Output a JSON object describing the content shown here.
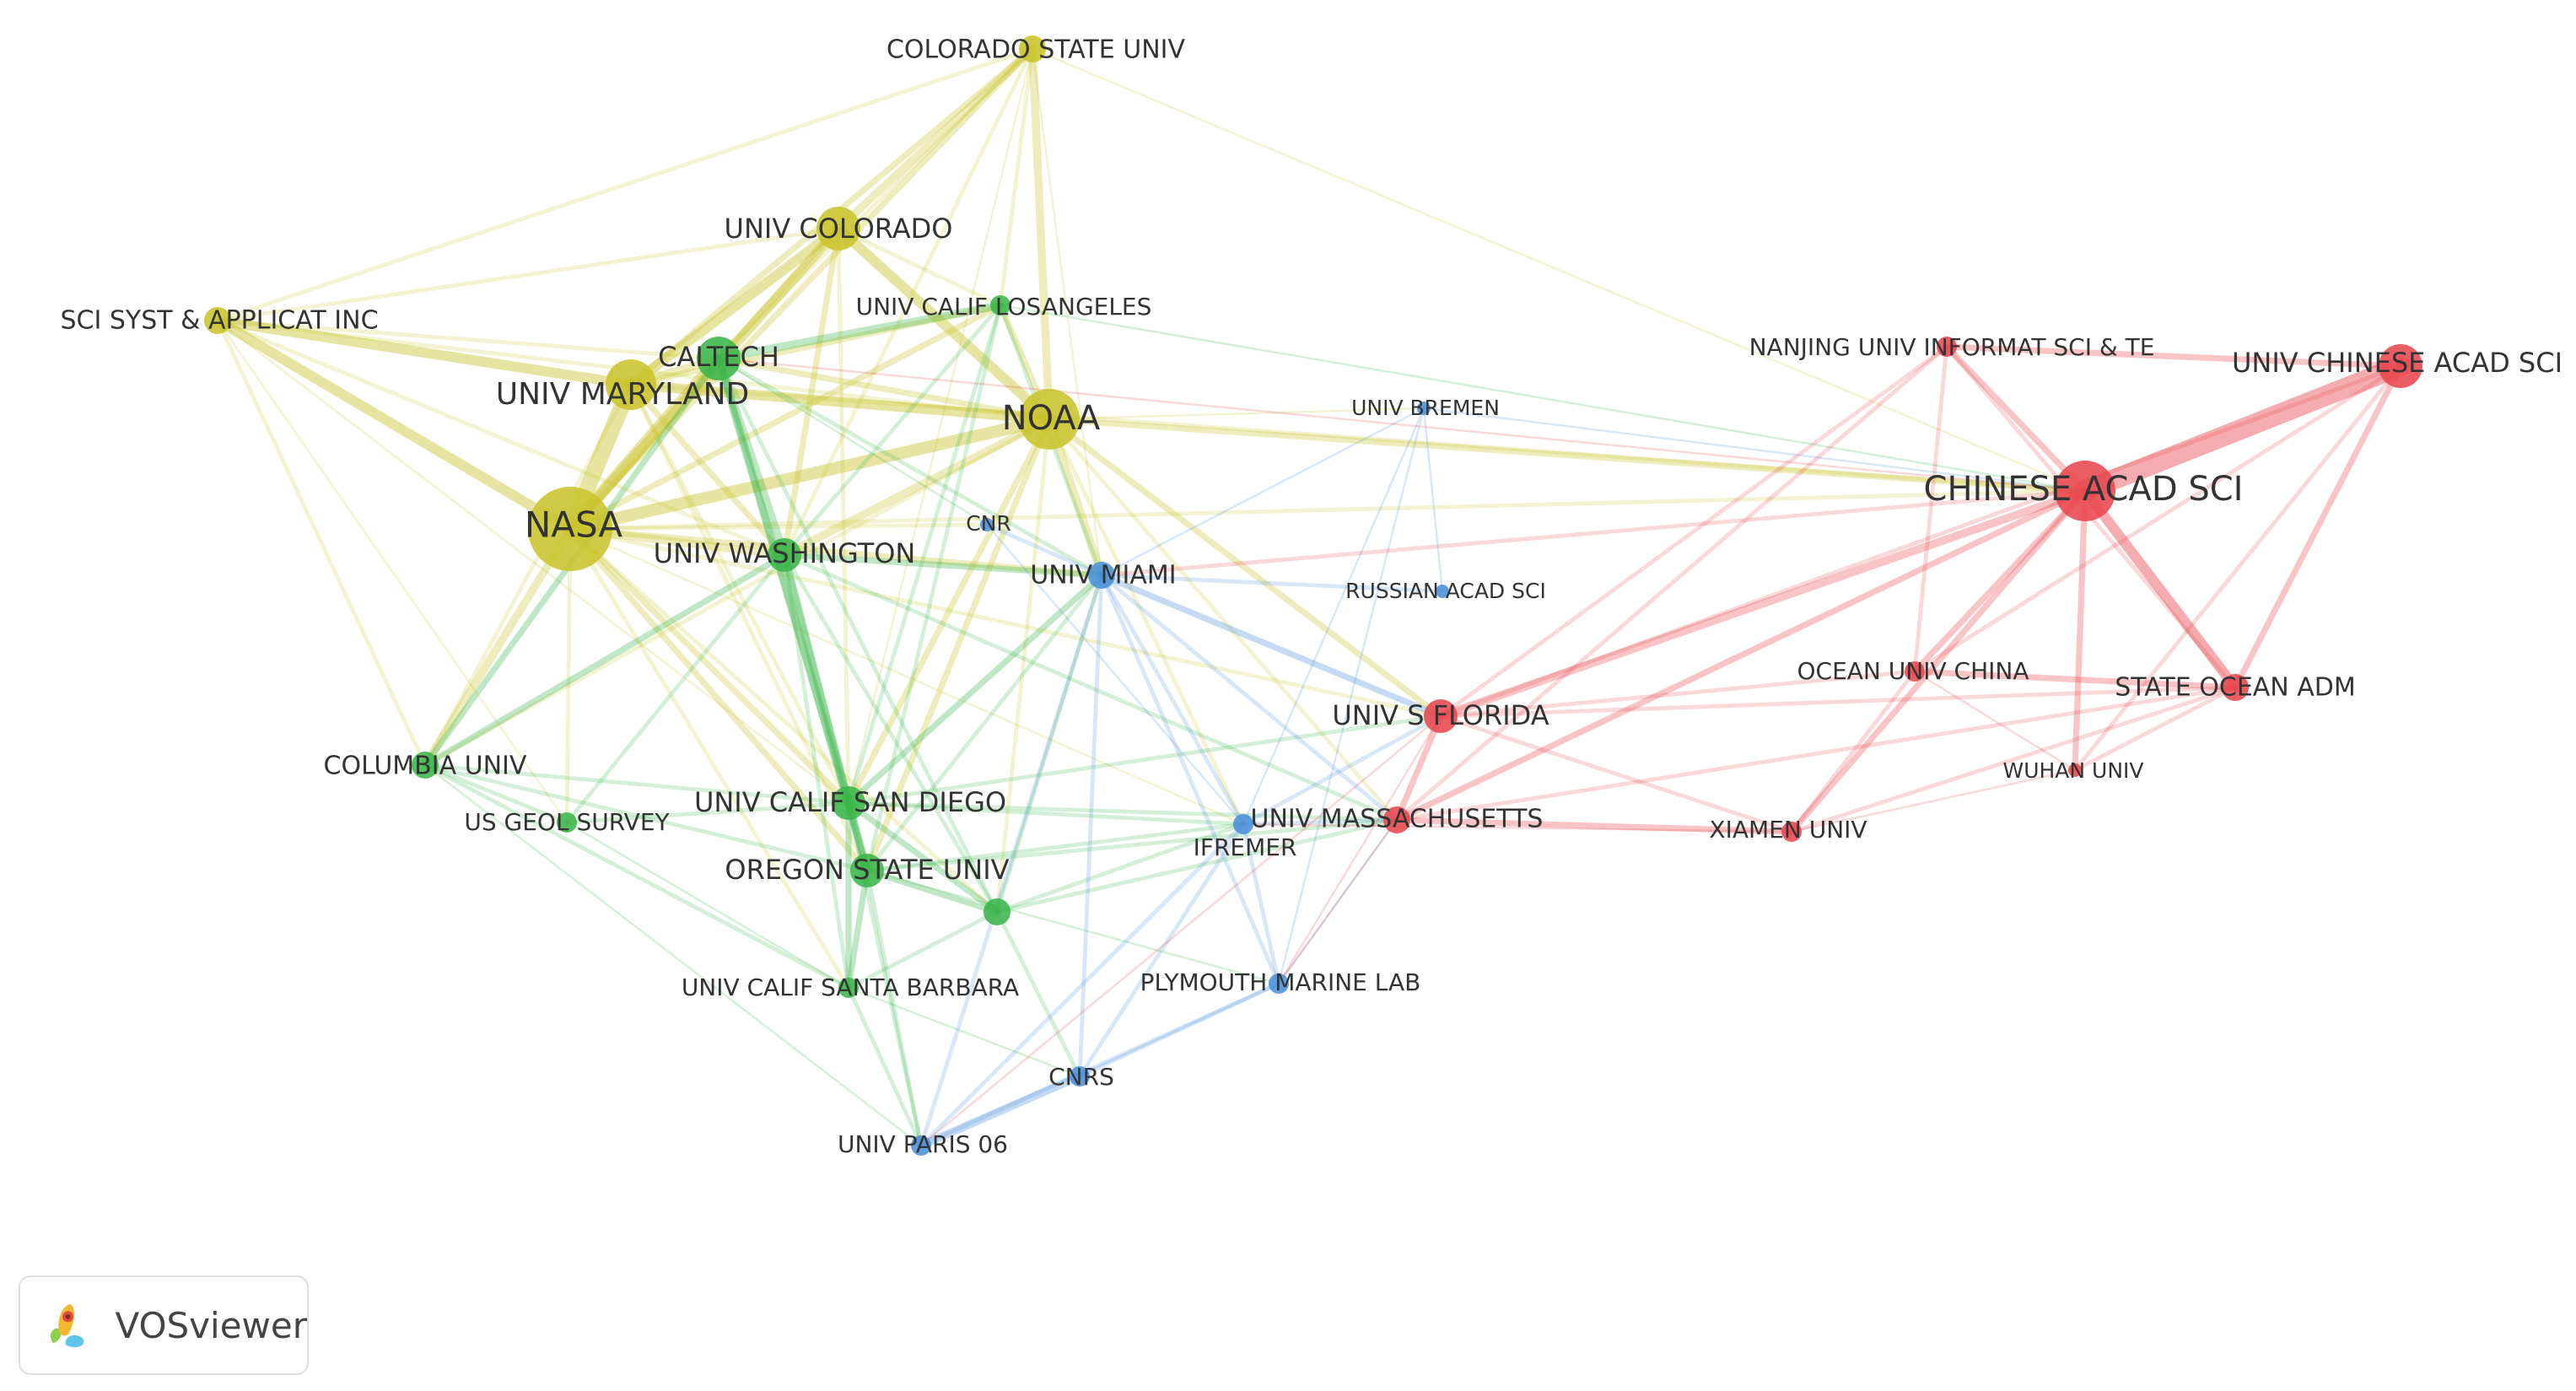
{
  "colors": {
    "yellow": "#c9c42e",
    "green": "#3bb54a",
    "blue": "#4a90d9",
    "red": "#e8474f"
  },
  "nodes": [
    {
      "id": "nasa",
      "label": "NASA",
      "cluster": "yellow",
      "weight": 10
    },
    {
      "id": "univ-maryland",
      "label": "UNIV MARYLAND",
      "cluster": "yellow",
      "weight": 7
    },
    {
      "id": "noaa",
      "label": "NOAA",
      "cluster": "yellow",
      "weight": 8
    },
    {
      "id": "univ-colorado",
      "label": "UNIV COLORADO",
      "cluster": "yellow",
      "weight": 6
    },
    {
      "id": "colorado-state-univ",
      "label": "COLORADO STATE UNIV",
      "cluster": "yellow",
      "weight": 4
    },
    {
      "id": "sci-syst-applicat-inc",
      "label": "SCI SYST & APPLICAT INC",
      "cluster": "yellow",
      "weight": 4
    },
    {
      "id": "caltech",
      "label": "CALTECH",
      "cluster": "green",
      "weight": 6
    },
    {
      "id": "univ-calif-los-angeles",
      "label": "UNIV CALIF LOSANGELES",
      "cluster": "green",
      "weight": 3
    },
    {
      "id": "univ-washington",
      "label": "UNIV WASHINGTON",
      "cluster": "green",
      "weight": 5
    },
    {
      "id": "columbia-univ",
      "label": "COLUMBIA UNIV",
      "cluster": "green",
      "weight": 4
    },
    {
      "id": "us-geol-survey",
      "label": "US GEOL SURVEY",
      "cluster": "green",
      "weight": 3
    },
    {
      "id": "univ-calif-san-diego",
      "label": "UNIV CALIF SAN DIEGO",
      "cluster": "green",
      "weight": 5
    },
    {
      "id": "oregon-state-univ",
      "label": "OREGON STATE UNIV",
      "cluster": "green",
      "weight": 5
    },
    {
      "id": "unlabeled-green",
      "label": "",
      "cluster": "green",
      "weight": 4
    },
    {
      "id": "univ-calif-santa-barbara",
      "label": "UNIV CALIF SANTA BARBARA",
      "cluster": "green",
      "weight": 3
    },
    {
      "id": "cnr",
      "label": "CNR",
      "cluster": "blue",
      "weight": 2
    },
    {
      "id": "univ-miami",
      "label": "UNIV MIAMI",
      "cluster": "blue",
      "weight": 4
    },
    {
      "id": "univ-bremen",
      "label": "UNIV BREMEN",
      "cluster": "blue",
      "weight": 2
    },
    {
      "id": "russian-acad-sci",
      "label": "RUSSIAN ACAD SCI",
      "cluster": "blue",
      "weight": 2
    },
    {
      "id": "ifremer",
      "label": "IFREMER",
      "cluster": "blue",
      "weight": 3
    },
    {
      "id": "plymouth-marine-lab",
      "label": "PLYMOUTH MARINE LAB",
      "cluster": "blue",
      "weight": 3
    },
    {
      "id": "cnrs",
      "label": "CNRS",
      "cluster": "blue",
      "weight": 3
    },
    {
      "id": "univ-paris-06",
      "label": "UNIV PARIS 06",
      "cluster": "blue",
      "weight": 3
    },
    {
      "id": "chinese-acad-sci",
      "label": "CHINESE ACAD SCI",
      "cluster": "red",
      "weight": 8
    },
    {
      "id": "univ-chinese-acad-sci",
      "label": "UNIV CHINESE ACAD SCI",
      "cluster": "red",
      "weight": 6
    },
    {
      "id": "nanjing-univ-informat",
      "label": "NANJING UNIV INFORMAT SCI & TE",
      "cluster": "red",
      "weight": 3
    },
    {
      "id": "ocean-univ-china",
      "label": "OCEAN UNIV CHINA",
      "cluster": "red",
      "weight": 3
    },
    {
      "id": "state-ocean-adm",
      "label": "STATE OCEAN ADM",
      "cluster": "red",
      "weight": 4
    },
    {
      "id": "univ-s-florida",
      "label": "UNIV S FLORIDA",
      "cluster": "red",
      "weight": 5
    },
    {
      "id": "wuhan-univ",
      "label": "WUHAN UNIV",
      "cluster": "red",
      "weight": 2
    },
    {
      "id": "univ-massachusetts",
      "label": "UNIV MASSACHUSETTS",
      "cluster": "red",
      "weight": 4
    },
    {
      "id": "xiamen-univ",
      "label": "XIAMEN UNIV",
      "cluster": "red",
      "weight": 3
    }
  ],
  "links": [
    [
      "nasa",
      "univ-maryland",
      8
    ],
    [
      "nasa",
      "noaa",
      6
    ],
    [
      "nasa",
      "univ-colorado",
      5
    ],
    [
      "nasa",
      "caltech",
      6
    ],
    [
      "nasa",
      "sci-syst-applicat-inc",
      5
    ],
    [
      "nasa",
      "colorado-state-univ",
      3
    ],
    [
      "nasa",
      "univ-washington",
      4
    ],
    [
      "nasa",
      "columbia-univ",
      4
    ],
    [
      "nasa",
      "us-geol-survey",
      2
    ],
    [
      "nasa",
      "univ-calif-san-diego",
      3
    ],
    [
      "nasa",
      "oregon-state-univ",
      3
    ],
    [
      "nasa",
      "univ-miami",
      3
    ],
    [
      "nasa",
      "univ-calif-santa-barbara",
      2
    ],
    [
      "nasa",
      "univ-calif-los-angeles",
      3
    ],
    [
      "nasa",
      "chinese-acad-sci",
      2
    ],
    [
      "nasa",
      "univ-s-florida",
      2
    ],
    [
      "nasa",
      "unlabeled-green",
      2
    ],
    [
      "nasa",
      "cnr",
      2
    ],
    [
      "nasa",
      "ifremer",
      1
    ],
    [
      "univ-maryland",
      "univ-colorado",
      5
    ],
    [
      "univ-maryland",
      "sci-syst-applicat-inc",
      5
    ],
    [
      "univ-maryland",
      "noaa",
      5
    ],
    [
      "univ-maryland",
      "caltech",
      4
    ],
    [
      "univ-maryland",
      "colorado-state-univ",
      3
    ],
    [
      "univ-maryland",
      "univ-washington",
      3
    ],
    [
      "univ-maryland",
      "univ-calif-los-angeles",
      3
    ],
    [
      "univ-maryland",
      "chinese-acad-sci",
      2
    ],
    [
      "univ-maryland",
      "univ-calif-san-diego",
      2
    ],
    [
      "univ-maryland",
      "columbia-univ",
      2
    ],
    [
      "univ-maryland",
      "oregon-state-univ",
      2
    ],
    [
      "noaa",
      "univ-colorado",
      5
    ],
    [
      "noaa",
      "colorado-state-univ",
      4
    ],
    [
      "noaa",
      "caltech",
      3
    ],
    [
      "noaa",
      "univ-washington",
      4
    ],
    [
      "noaa",
      "univ-miami",
      4
    ],
    [
      "noaa",
      "univ-calif-los-angeles",
      3
    ],
    [
      "noaa",
      "univ-s-florida",
      3
    ],
    [
      "noaa",
      "chinese-acad-sci",
      3
    ],
    [
      "noaa",
      "oregon-state-univ",
      3
    ],
    [
      "noaa",
      "univ-calif-san-diego",
      3
    ],
    [
      "noaa",
      "sci-syst-applicat-inc",
      2
    ],
    [
      "noaa",
      "univ-massachusetts",
      2
    ],
    [
      "noaa",
      "univ-bremen",
      1
    ],
    [
      "noaa",
      "ifremer",
      2
    ],
    [
      "noaa",
      "unlabeled-green",
      2
    ],
    [
      "noaa",
      "columbia-univ",
      2
    ],
    [
      "univ-colorado",
      "colorado-state-univ",
      4
    ],
    [
      "univ-colorado",
      "caltech",
      3
    ],
    [
      "univ-colorado",
      "sci-syst-applicat-inc",
      2
    ],
    [
      "univ-colorado",
      "univ-washington",
      3
    ],
    [
      "univ-colorado",
      "univ-calif-los-angeles",
      2
    ],
    [
      "univ-colorado",
      "univ-calif-san-diego",
      2
    ],
    [
      "colorado-state-univ",
      "sci-syst-applicat-inc",
      2
    ],
    [
      "colorado-state-univ",
      "caltech",
      2
    ],
    [
      "colorado-state-univ",
      "univ-washington",
      2
    ],
    [
      "colorado-state-univ",
      "univ-calif-los-angeles",
      2
    ],
    [
      "colorado-state-univ",
      "chinese-acad-sci",
      1
    ],
    [
      "colorado-state-univ",
      "univ-miami",
      1
    ],
    [
      "colorado-state-univ",
      "univ-calif-san-diego",
      1
    ],
    [
      "sci-syst-applicat-inc",
      "caltech",
      2
    ],
    [
      "sci-syst-applicat-inc",
      "columbia-univ",
      2
    ],
    [
      "sci-syst-applicat-inc",
      "univ-washington",
      2
    ],
    [
      "sci-syst-applicat-inc",
      "us-geol-survey",
      1
    ],
    [
      "sci-syst-applicat-inc",
      "univ-calif-san-diego",
      1
    ],
    [
      "caltech",
      "univ-calif-los-angeles",
      4
    ],
    [
      "caltech",
      "univ-washington",
      4
    ],
    [
      "caltech",
      "univ-calif-san-diego",
      4
    ],
    [
      "caltech",
      "oregon-state-univ",
      3
    ],
    [
      "caltech",
      "columbia-univ",
      3
    ],
    [
      "caltech",
      "univ-miami",
      2
    ],
    [
      "caltech",
      "unlabeled-green",
      2
    ],
    [
      "caltech",
      "cnr",
      1
    ],
    [
      "univ-calif-los-angeles",
      "univ-washington",
      2
    ],
    [
      "univ-calif-los-angeles",
      "univ-calif-san-diego",
      2
    ],
    [
      "univ-calif-los-angeles",
      "univ-miami",
      2
    ],
    [
      "univ-calif-los-angeles",
      "oregon-state-univ",
      2
    ],
    [
      "univ-calif-los-angeles",
      "chinese-acad-sci",
      1
    ],
    [
      "univ-washington",
      "univ-calif-san-diego",
      4
    ],
    [
      "univ-washington",
      "oregon-state-univ",
      3
    ],
    [
      "univ-washington",
      "columbia-univ",
      3
    ],
    [
      "univ-washington",
      "univ-miami",
      3
    ],
    [
      "univ-washington",
      "unlabeled-green",
      2
    ],
    [
      "univ-washington",
      "univ-calif-santa-barbara",
      2
    ],
    [
      "univ-washington",
      "us-geol-survey",
      2
    ],
    [
      "univ-washington",
      "univ-massachusetts",
      2
    ],
    [
      "columbia-univ",
      "univ-calif-san-diego",
      2
    ],
    [
      "columbia-univ",
      "us-geol-survey",
      2
    ],
    [
      "columbia-univ",
      "univ-calif-santa-barbara",
      2
    ],
    [
      "columbia-univ",
      "oregon-state-univ",
      2
    ],
    [
      "columbia-univ",
      "univ-paris-06",
      1
    ],
    [
      "us-geol-survey",
      "univ-calif-san-diego",
      2
    ],
    [
      "us-geol-survey",
      "univ-calif-santa-barbara",
      1
    ],
    [
      "univ-calif-san-diego",
      "oregon-state-univ",
      4
    ],
    [
      "univ-calif-san-diego",
      "univ-calif-santa-barbara",
      3
    ],
    [
      "univ-calif-san-diego",
      "unlabeled-green",
      3
    ],
    [
      "univ-calif-san-diego",
      "univ-miami",
      3
    ],
    [
      "univ-calif-san-diego",
      "ifremer",
      2
    ],
    [
      "univ-calif-san-diego",
      "univ-massachusetts",
      2
    ],
    [
      "univ-calif-san-diego",
      "univ-s-florida",
      2
    ],
    [
      "univ-calif-san-diego",
      "univ-paris-06",
      2
    ],
    [
      "oregon-state-univ",
      "unlabeled-green",
      3
    ],
    [
      "oregon-state-univ",
      "univ-calif-santa-barbara",
      3
    ],
    [
      "oregon-state-univ",
      "univ-paris-06",
      2
    ],
    [
      "oregon-state-univ",
      "univ-miami",
      2
    ],
    [
      "oregon-state-univ",
      "ifremer",
      2
    ],
    [
      "oregon-state-univ",
      "univ-massachusetts",
      2
    ],
    [
      "oregon-state-univ",
      "plymouth-marine-lab",
      1
    ],
    [
      "unlabeled-green",
      "univ-miami",
      2
    ],
    [
      "unlabeled-green",
      "ifremer",
      2
    ],
    [
      "unlabeled-green",
      "cnrs",
      2
    ],
    [
      "unlabeled-green",
      "univ-massachusetts",
      2
    ],
    [
      "unlabeled-green",
      "univ-calif-santa-barbara",
      2
    ],
    [
      "univ-calif-santa-barbara",
      "univ-paris-06",
      2
    ],
    [
      "univ-calif-santa-barbara",
      "cnrs",
      1
    ],
    [
      "cnr",
      "univ-miami",
      2
    ],
    [
      "cnr",
      "ifremer",
      1
    ],
    [
      "univ-miami",
      "univ-bremen",
      1
    ],
    [
      "univ-miami",
      "russian-acad-sci",
      2
    ],
    [
      "univ-miami",
      "ifremer",
      2
    ],
    [
      "univ-miami",
      "univ-s-florida",
      3
    ],
    [
      "univ-miami",
      "univ-massachusetts",
      2
    ],
    [
      "univ-miami",
      "plymouth-marine-lab",
      2
    ],
    [
      "univ-miami",
      "cnrs",
      2
    ],
    [
      "univ-miami",
      "univ-paris-06",
      2
    ],
    [
      "univ-bremen",
      "russian-acad-sci",
      1
    ],
    [
      "univ-bremen",
      "ifremer",
      1
    ],
    [
      "univ-bremen",
      "plymouth-marine-lab",
      1
    ],
    [
      "univ-bremen",
      "chinese-acad-sci",
      1
    ],
    [
      "ifremer",
      "plymouth-marine-lab",
      2
    ],
    [
      "ifremer",
      "cnrs",
      2
    ],
    [
      "ifremer",
      "univ-paris-06",
      2
    ],
    [
      "ifremer",
      "univ-massachusetts",
      2
    ],
    [
      "ifremer",
      "univ-s-florida",
      2
    ],
    [
      "plymouth-marine-lab",
      "cnrs",
      2
    ],
    [
      "plymouth-marine-lab",
      "univ-paris-06",
      2
    ],
    [
      "plymouth-marine-lab",
      "univ-massachusetts",
      1
    ],
    [
      "cnrs",
      "univ-paris-06",
      4
    ],
    [
      "chinese-acad-sci",
      "univ-chinese-acad-sci",
      10
    ],
    [
      "chinese-acad-sci",
      "state-ocean-adm",
      5
    ],
    [
      "chinese-acad-sci",
      "nanjing-univ-informat",
      3
    ],
    [
      "chinese-acad-sci",
      "ocean-univ-china",
      3
    ],
    [
      "chinese-acad-sci",
      "univ-s-florida",
      4
    ],
    [
      "chinese-acad-sci",
      "wuhan-univ",
      3
    ],
    [
      "chinese-acad-sci",
      "xiamen-univ",
      3
    ],
    [
      "chinese-acad-sci",
      "univ-massachusetts",
      3
    ],
    [
      "chinese-acad-sci",
      "univ-miami",
      2
    ],
    [
      "chinese-acad-sci",
      "caltech",
      1
    ],
    [
      "univ-chinese-acad-sci",
      "state-ocean-adm",
      3
    ],
    [
      "univ-chinese-acad-sci",
      "nanjing-univ-informat",
      3
    ],
    [
      "univ-chinese-acad-sci",
      "wuhan-univ",
      2
    ],
    [
      "univ-chinese-acad-sci",
      "ocean-univ-china",
      2
    ],
    [
      "univ-chinese-acad-sci",
      "univ-s-florida",
      2
    ],
    [
      "nanjing-univ-informat",
      "ocean-univ-china",
      2
    ],
    [
      "nanjing-univ-informat",
      "univ-s-florida",
      2
    ],
    [
      "nanjing-univ-informat",
      "univ-massachusetts",
      2
    ],
    [
      "nanjing-univ-informat",
      "state-ocean-adm",
      2
    ],
    [
      "ocean-univ-china",
      "state-ocean-adm",
      3
    ],
    [
      "ocean-univ-china",
      "univ-s-florida",
      2
    ],
    [
      "ocean-univ-china",
      "xiamen-univ",
      2
    ],
    [
      "ocean-univ-china",
      "wuhan-univ",
      1
    ],
    [
      "state-ocean-adm",
      "wuhan-univ",
      2
    ],
    [
      "state-ocean-adm",
      "univ-s-florida",
      2
    ],
    [
      "state-ocean-adm",
      "xiamen-univ",
      2
    ],
    [
      "state-ocean-adm",
      "univ-massachusetts",
      2
    ],
    [
      "univ-s-florida",
      "univ-massachusetts",
      3
    ],
    [
      "univ-s-florida",
      "xiamen-univ",
      2
    ],
    [
      "univ-s-florida",
      "univ-paris-06",
      1
    ],
    [
      "univ-s-florida",
      "plymouth-marine-lab",
      1
    ],
    [
      "univ-massachusetts",
      "xiamen-univ",
      3
    ],
    [
      "univ-massachusetts",
      "plymouth-marine-lab",
      1
    ],
    [
      "xiamen-univ",
      "wuhan-univ",
      1
    ],
    [
      "xiamen-univ",
      "ifremer",
      1
    ]
  ],
  "brand": {
    "name": "VOSviewer"
  }
}
